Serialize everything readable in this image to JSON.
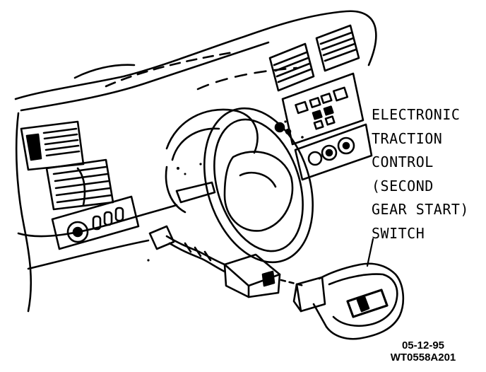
{
  "callout": {
    "lines": [
      "ELECTRONIC",
      "TRACTION",
      "CONTROL",
      "(SECOND",
      "GEAR START)",
      "SWITCH"
    ]
  },
  "stamp": {
    "date": "05-12-95",
    "code": "WT0558A201"
  },
  "colors": {
    "ink": "#000000",
    "paper": "#ffffff"
  }
}
